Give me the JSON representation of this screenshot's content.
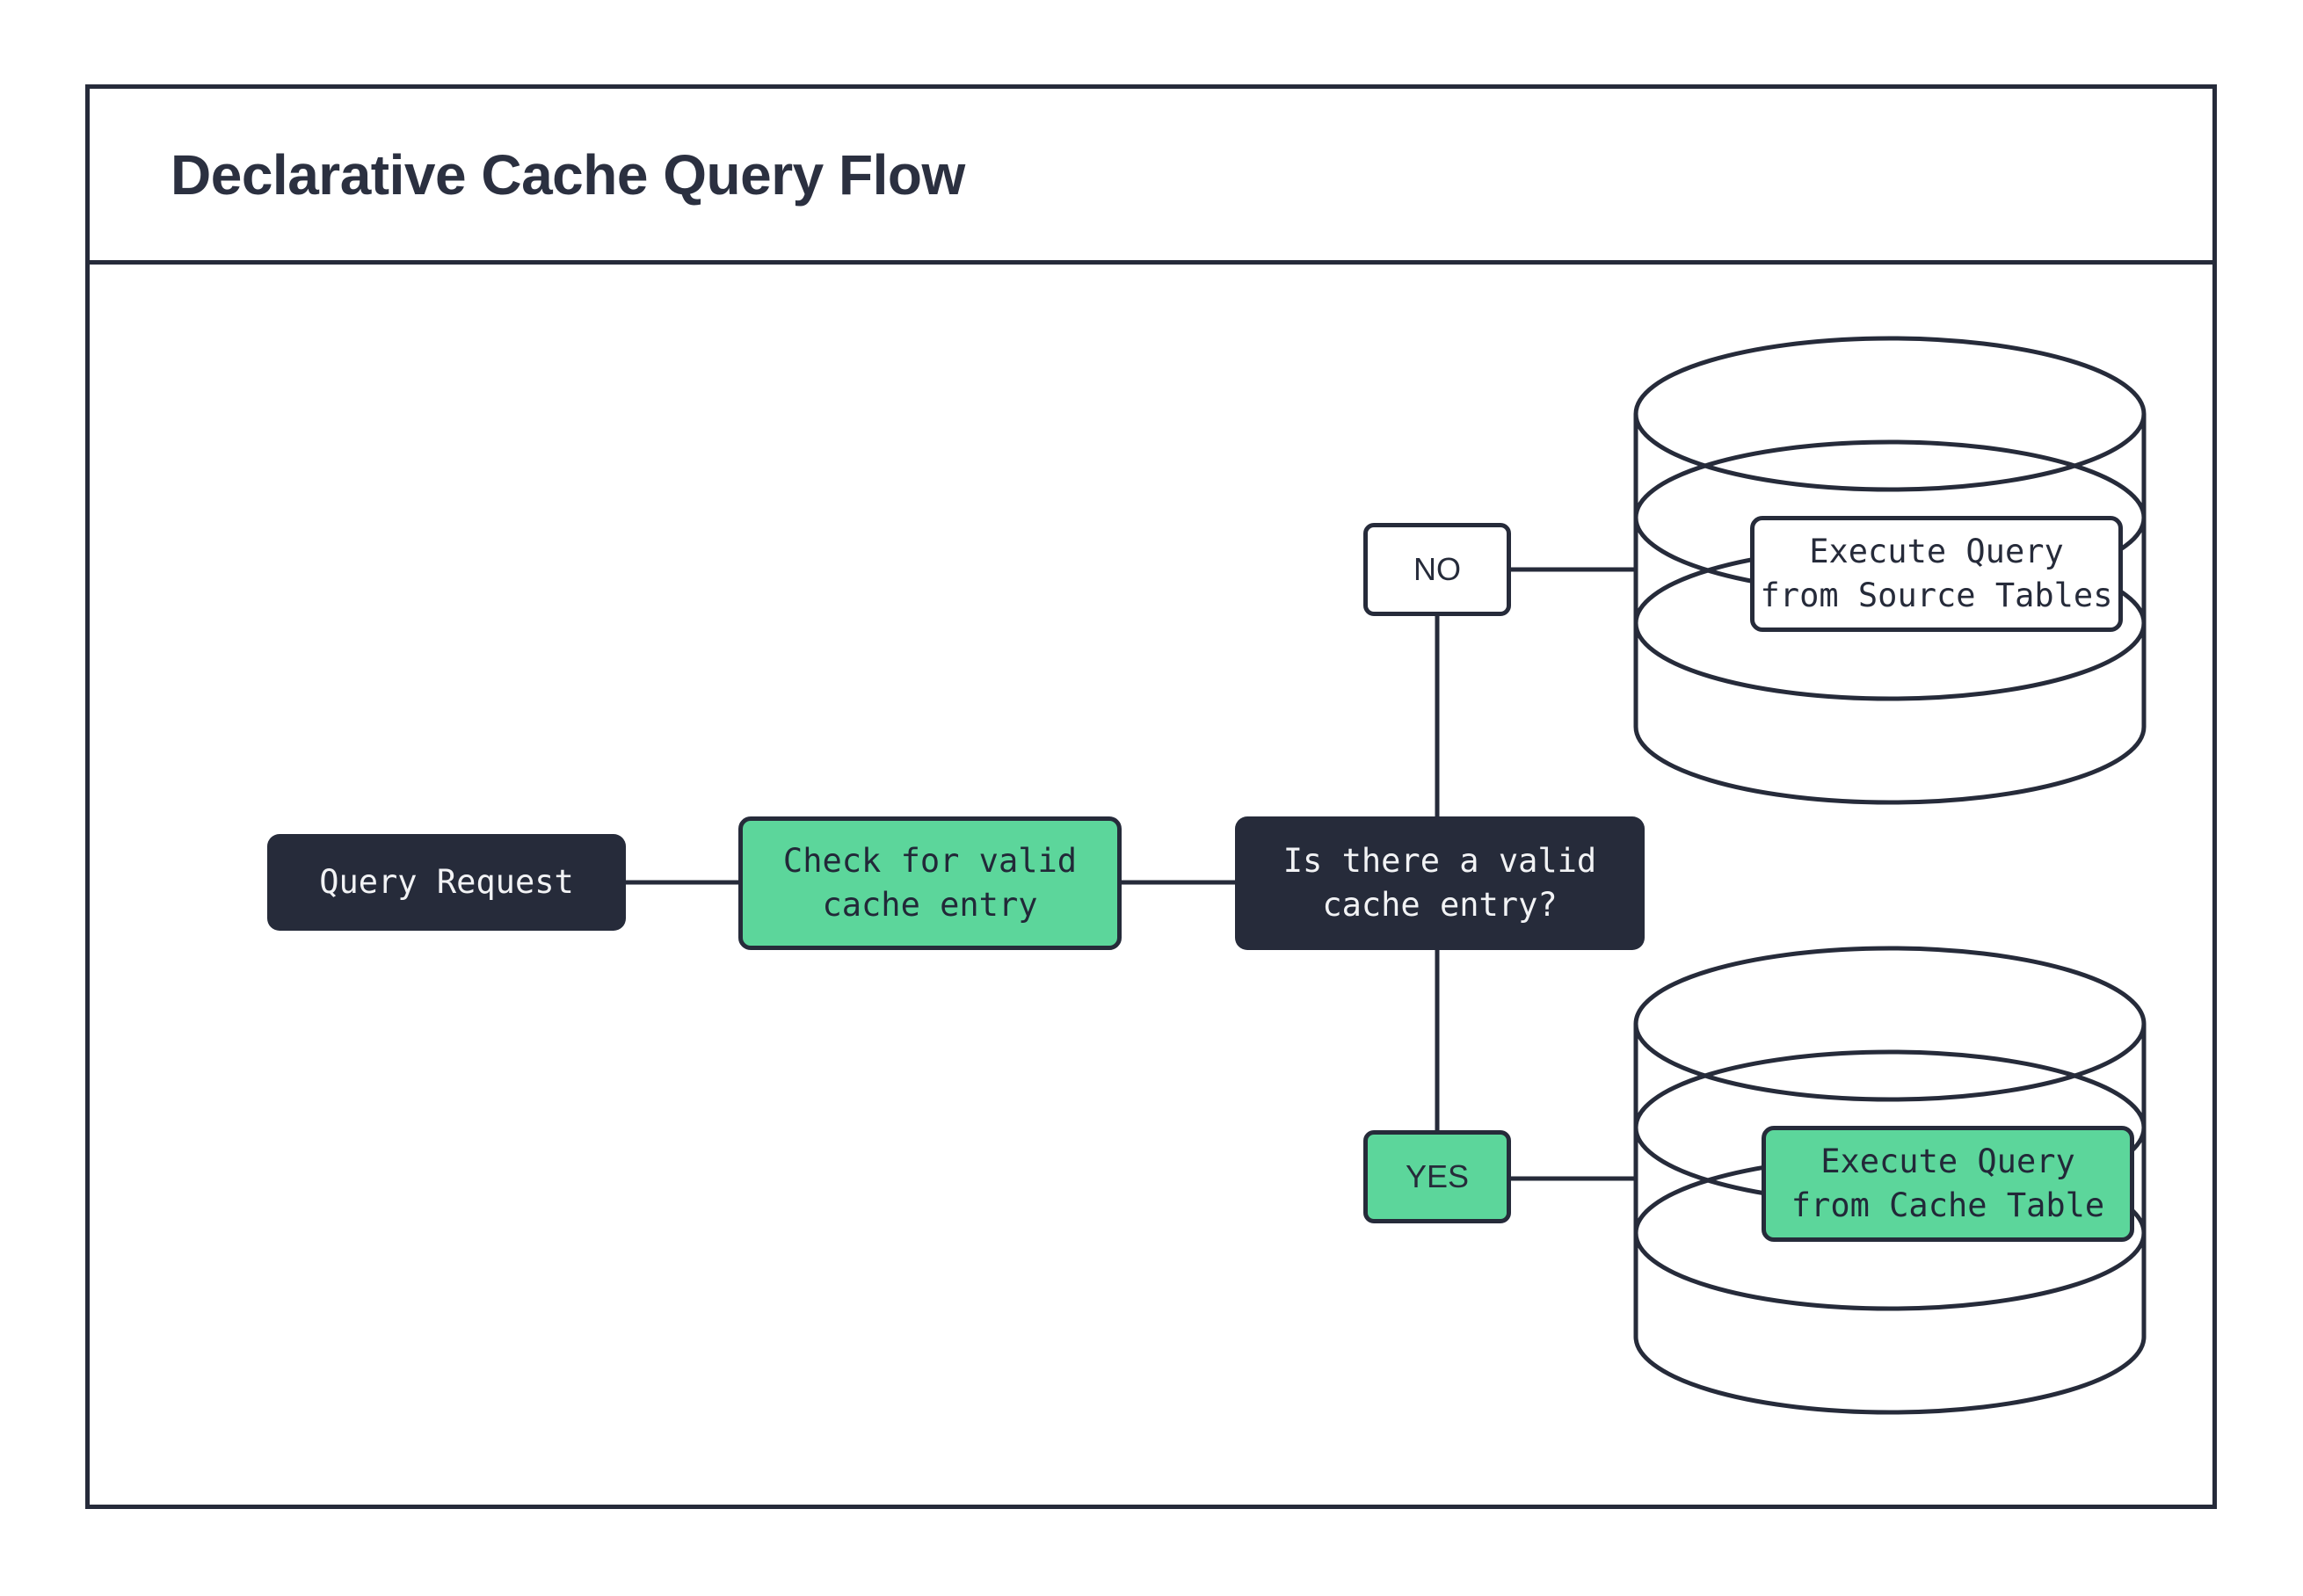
{
  "page": {
    "background": "#ffffff",
    "frame_border_color": "#262b3a"
  },
  "header": {
    "title": "Declarative Cache Query Flow"
  },
  "colors": {
    "dark": "#262b3a",
    "green": "#5cd69b",
    "white": "#ffffff",
    "title_text": "#2b3040"
  },
  "flow": {
    "nodes": {
      "query_request": "Query Request",
      "check_cache": "Check for valid\ncache entry",
      "decision": "Is there a valid\ncache entry?",
      "execute_source": "Execute Query\nfrom Source Tables",
      "execute_cache": "Execute Query\nfrom Cache Table"
    },
    "branches": {
      "no": "NO",
      "yes": "YES"
    },
    "databases": {
      "source_label": "Execute Query\nfrom Source Tables",
      "cache_label": "Execute Query\nfrom Cache Table"
    }
  }
}
